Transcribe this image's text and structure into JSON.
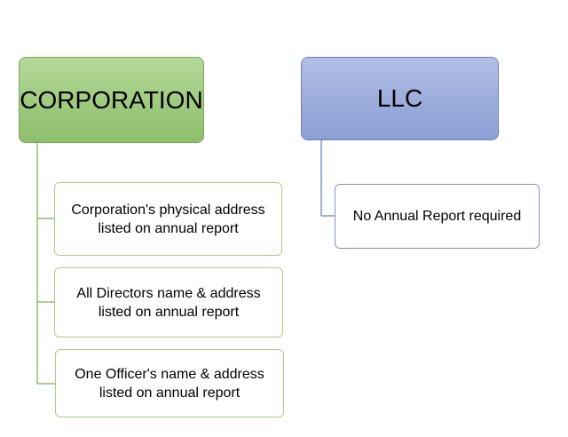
{
  "corporation": {
    "title": "CORPORATION",
    "color": "#9cc97c",
    "items": [
      {
        "lines": [
          "Corporation's physical address",
          "listed on annual report"
        ]
      },
      {
        "lines": [
          "All Directors name & address",
          "listed on annual report"
        ]
      },
      {
        "lines": [
          "One Officer's name & address",
          "listed on annual report"
        ]
      }
    ]
  },
  "llc": {
    "title": "LLC",
    "color": "#9aaada",
    "items": [
      {
        "lines": [
          "No Annual Report required"
        ]
      }
    ]
  }
}
